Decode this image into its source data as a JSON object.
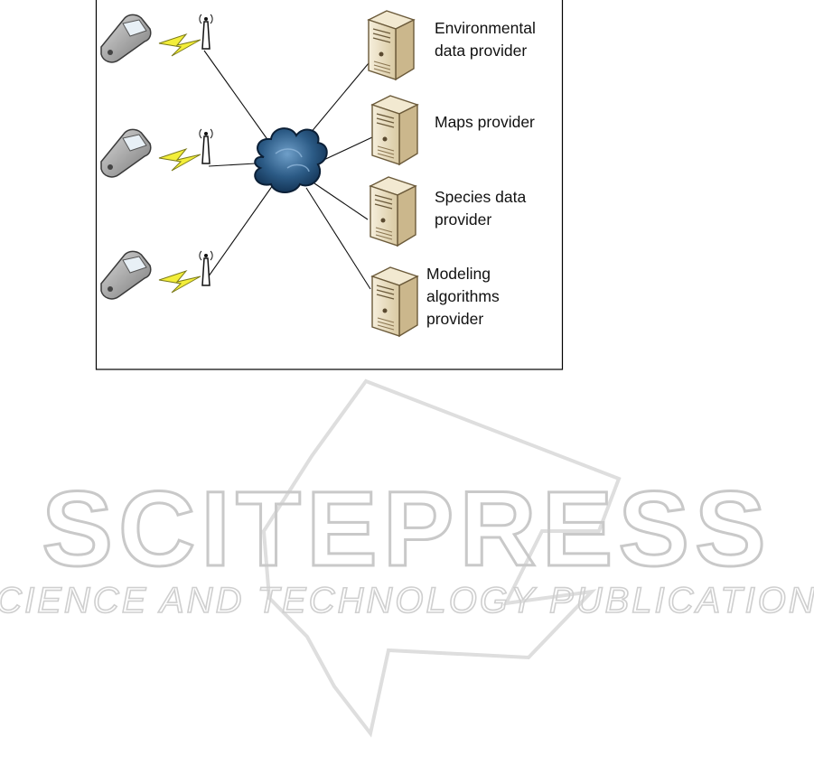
{
  "diagram": {
    "providers": [
      {
        "id": "env",
        "lines": [
          "Environmental",
          "data provider"
        ]
      },
      {
        "id": "maps",
        "lines": [
          "Maps provider"
        ]
      },
      {
        "id": "species",
        "lines": [
          "Species data",
          "provider"
        ]
      },
      {
        "id": "modeling",
        "lines": [
          "Modeling",
          "algorithms",
          "provider"
        ]
      }
    ],
    "client_count": 3,
    "colors": {
      "cloud": "#2c5b86",
      "server": "#e8dcc0",
      "server_shade": "#cbb78c",
      "lightning": "#f3ee3a",
      "phone": "#8d8d8d",
      "frame": "#000000"
    },
    "icons": [
      "mobile-phone-icon",
      "lightning-bolt-icon",
      "antenna-icon",
      "network-cloud-icon",
      "server-icon"
    ]
  },
  "watermark": {
    "title": "SCITEPRESS",
    "subtitle": "SCIENCE AND TECHNOLOGY PUBLICATIONS"
  }
}
